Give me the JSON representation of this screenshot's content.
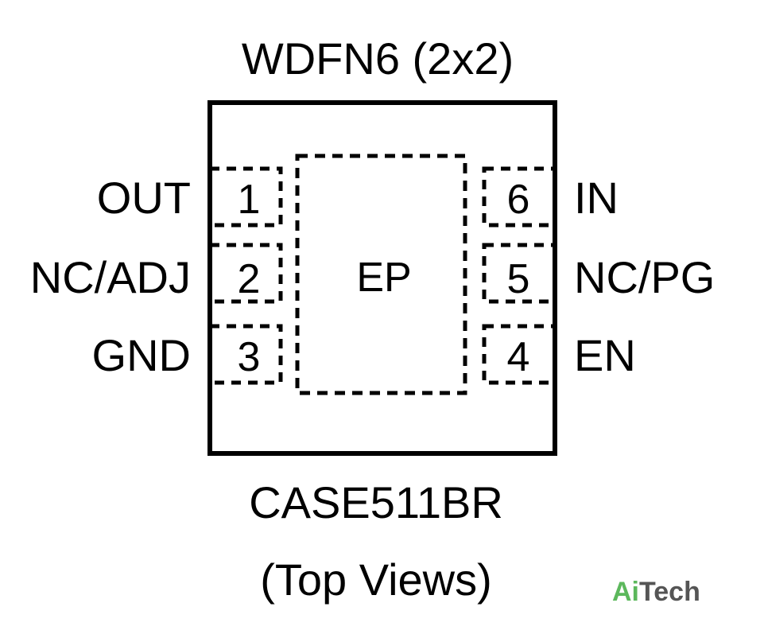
{
  "package": {
    "title": "WDFN6 (2x2)",
    "case": "CASE511BR",
    "view": "(Top Views)"
  },
  "exposed_pad": {
    "label": "EP"
  },
  "left_pins": [
    {
      "number": "1",
      "name": "OUT"
    },
    {
      "number": "2",
      "name": "NC/ADJ"
    },
    {
      "number": "3",
      "name": "GND"
    }
  ],
  "right_pins": [
    {
      "number": "6",
      "name": "IN"
    },
    {
      "number": "5",
      "name": "NC/PG"
    },
    {
      "number": "4",
      "name": "EN"
    }
  ],
  "logo": {
    "part1": "Ai",
    "part2": "Tech"
  },
  "colors": {
    "outline": "#000000",
    "logo_green": "#5cb85c",
    "logo_gray": "#555555"
  }
}
